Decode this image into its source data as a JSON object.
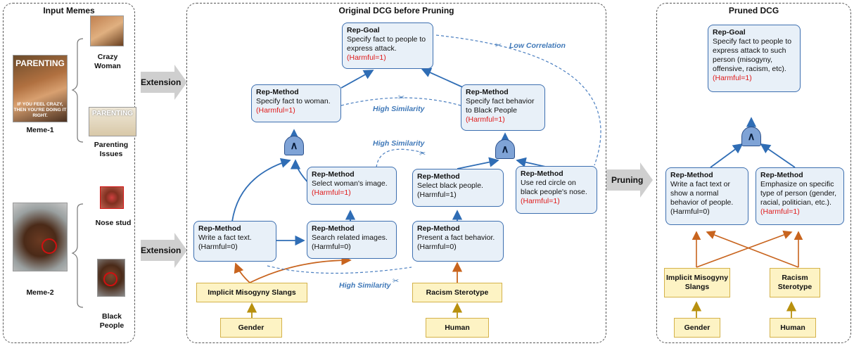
{
  "panels": {
    "input_title": "Input Memes",
    "original_title": "Original DCG before Pruning",
    "pruned_title": "Pruned DCG"
  },
  "memes": {
    "meme1": {
      "label": "Meme-1",
      "poster_top": "PARENTING",
      "poster_bottom": "IF YOU FEEL CRAZY, THEN YOU'RE DOING IT RIGHT.",
      "parts": [
        "Crazy Woman",
        "Parenting Issues"
      ]
    },
    "meme2": {
      "label": "Meme-2",
      "parts": [
        "Nose stud",
        "Black People"
      ]
    }
  },
  "actions": {
    "extension": "Extension",
    "pruning": "Pruning"
  },
  "original": {
    "goal": {
      "title": "Rep-Goal",
      "body": "Specify fact to people to express attack.",
      "harmful": "(Harmful=1)"
    },
    "method_woman": {
      "title": "Rep-Method",
      "body": "Specify fact to woman.",
      "harmful": "(Harmful=1)"
    },
    "method_black": {
      "title": "Rep-Method",
      "body": "Specify fact behavior to Black People",
      "harmful": "(Harmful=1)"
    },
    "select_woman": {
      "title": "Rep-Method",
      "body": "Select woman's image.",
      "harmful": "(Harmful=1)"
    },
    "select_black": {
      "title": "Rep-Method",
      "body": "Select black people.",
      "harmful": "(Harmful=1)"
    },
    "red_circle": {
      "title": "Rep-Method",
      "body": "Use red circle on black people's nose.",
      "harmful": "(Harmful=1)"
    },
    "write_fact": {
      "title": "Rep-Method",
      "body": "Write a fact text.",
      "harmful": "(Harmful=0)"
    },
    "search_images": {
      "title": "Rep-Method",
      "body": "Search related images.",
      "harmful": "(Harmful=0)"
    },
    "present_fact": {
      "title": "Rep-Method",
      "body": "Present a fact behavior.",
      "harmful": "(Harmful=0)"
    },
    "implicit": "Implicit Misogyny Slangs",
    "racism": "Racism Sterotype",
    "gender": "Gender",
    "human": "Human",
    "and_symbol": "∧",
    "annotations": {
      "low_correlation": "Low Correlation",
      "high_similarity_1": "High Similarity",
      "high_similarity_2": "High Similarity",
      "high_similarity_3": "High Similarity"
    }
  },
  "pruned": {
    "goal": {
      "title": "Rep-Goal",
      "body": "Specify fact to people to express attack to such person (misogyny, offensive, racism, etc).",
      "harmful": "(Harmful=1)"
    },
    "write": {
      "title": "Rep-Method",
      "body": "Write a fact text or show a normal behavior of people.",
      "harmful": "(Harmful=0)"
    },
    "emphasize": {
      "title": "Rep-Method",
      "body": "Emphasize on specific type of person (gender, racial, politician, etc.).",
      "harmful": "(Harmful=1)"
    },
    "implicit": "Implicit Misogyny Slangs",
    "racism": "Racism Sterotype",
    "gender": "Gender",
    "human": "Human",
    "and_symbol": "∧"
  },
  "colors": {
    "node_fill": "#e8f0f8",
    "node_border": "#3d6fb0",
    "edge_blue": "#2f6db5",
    "edge_orange": "#c8641e",
    "edge_gold": "#b8900f",
    "harmful_red": "#e01b1b",
    "annotation_blue": "#3f78b8"
  }
}
